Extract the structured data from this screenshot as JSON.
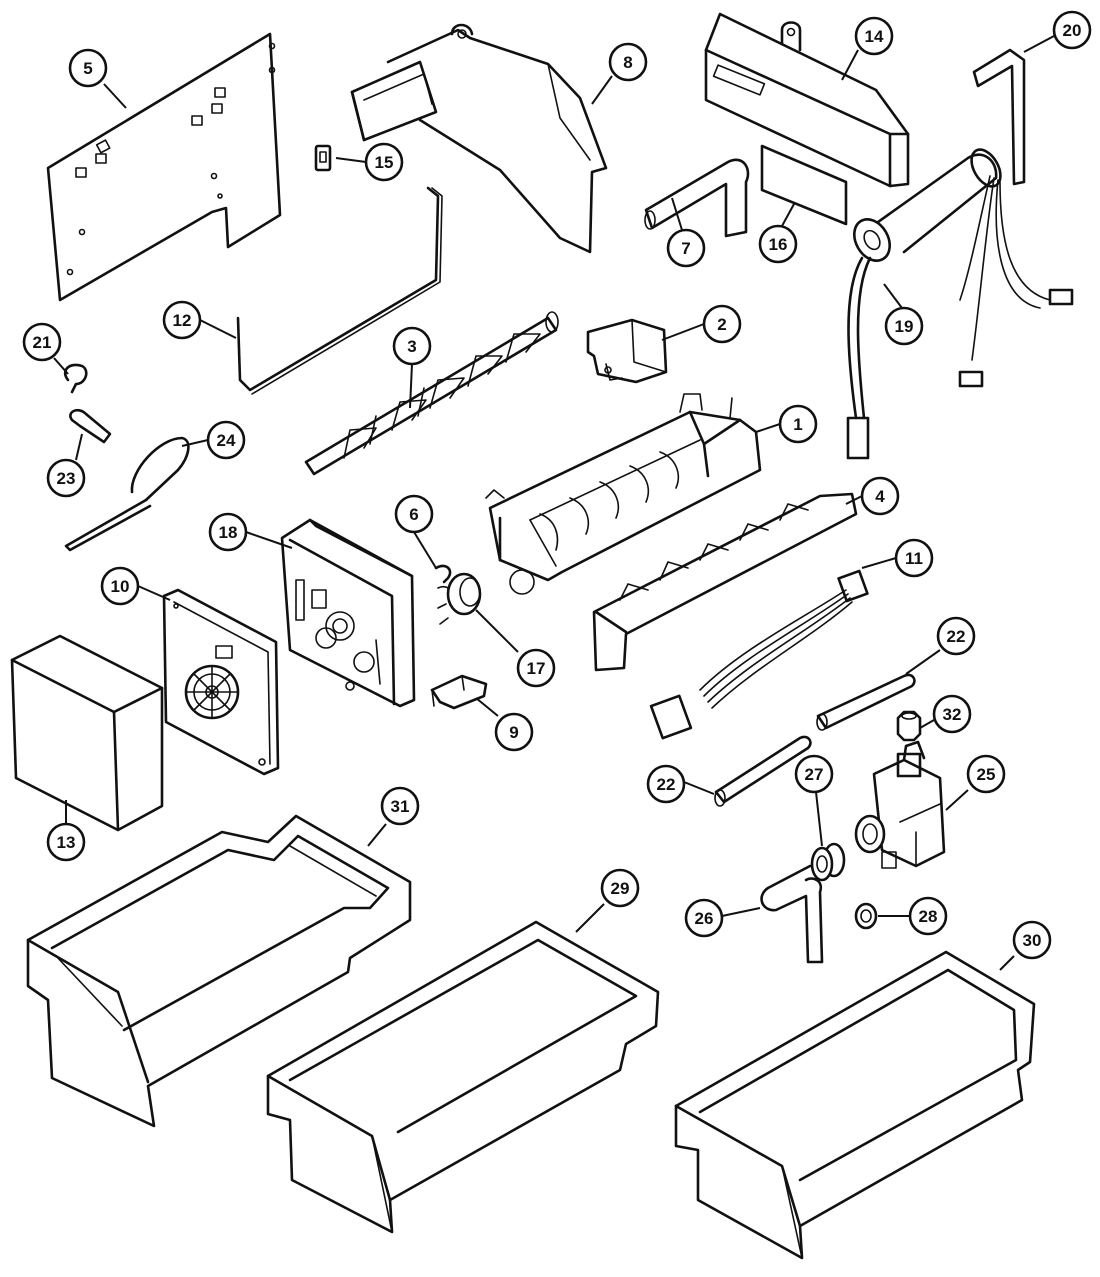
{
  "callouts": [
    {
      "id": "5",
      "label": "5"
    },
    {
      "id": "8",
      "label": "8"
    },
    {
      "id": "14",
      "label": "14"
    },
    {
      "id": "20",
      "label": "20"
    },
    {
      "id": "15",
      "label": "15"
    },
    {
      "id": "7",
      "label": "7"
    },
    {
      "id": "16",
      "label": "16"
    },
    {
      "id": "19",
      "label": "19"
    },
    {
      "id": "21",
      "label": "21"
    },
    {
      "id": "12",
      "label": "12"
    },
    {
      "id": "3",
      "label": "3"
    },
    {
      "id": "2",
      "label": "2"
    },
    {
      "id": "1",
      "label": "1"
    },
    {
      "id": "23",
      "label": "23"
    },
    {
      "id": "24",
      "label": "24"
    },
    {
      "id": "6",
      "label": "6"
    },
    {
      "id": "4",
      "label": "4"
    },
    {
      "id": "18",
      "label": "18"
    },
    {
      "id": "11",
      "label": "11"
    },
    {
      "id": "10",
      "label": "10"
    },
    {
      "id": "22a",
      "label": "22"
    },
    {
      "id": "17",
      "label": "17"
    },
    {
      "id": "32",
      "label": "32"
    },
    {
      "id": "9",
      "label": "9"
    },
    {
      "id": "25",
      "label": "25"
    },
    {
      "id": "22b",
      "label": "22"
    },
    {
      "id": "27",
      "label": "27"
    },
    {
      "id": "31",
      "label": "31"
    },
    {
      "id": "13",
      "label": "13"
    },
    {
      "id": "29",
      "label": "29"
    },
    {
      "id": "26",
      "label": "26"
    },
    {
      "id": "28",
      "label": "28"
    },
    {
      "id": "30",
      "label": "30"
    }
  ]
}
